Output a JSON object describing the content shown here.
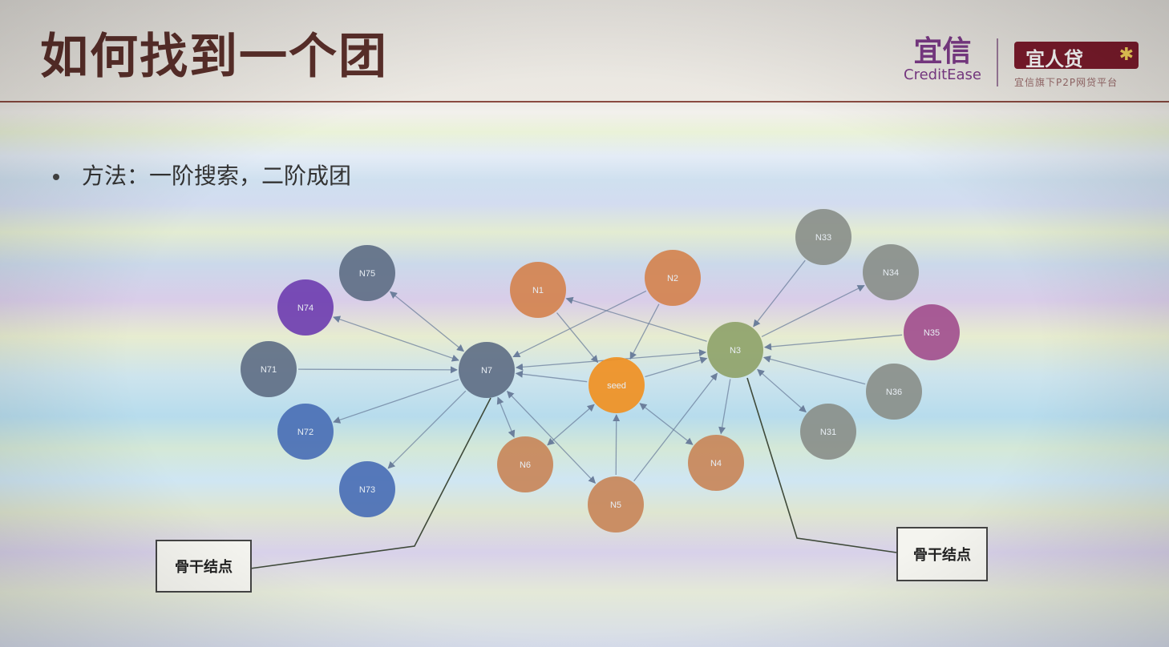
{
  "slide": {
    "title": "如何找到一个团",
    "bullet": "方法：一阶搜索，二阶成团"
  },
  "logos": {
    "credit_cn": "宜信",
    "credit_en": "CreditEase",
    "yirendai": "宜人贷",
    "yirendai_icon": "people-icon",
    "tagline": "宜信旗下P2P网贷平台"
  },
  "labels": {
    "backbone_left": "骨干结点",
    "backbone_right": "骨干结点"
  },
  "colors": {
    "blue": "#4a6fb5",
    "purple": "#6f3fb0",
    "slate": "#5f6f86",
    "orange_soft": "#d4834f",
    "orange": "#f09022",
    "tan": "#c8875a",
    "gray": "#8a8f8a",
    "magenta": "#a24f8e",
    "green_gray": "#8fa36a",
    "edge": "#6c7f9c",
    "title": "#5a2f2a",
    "brand_purple": "#7b3a86",
    "brand_red": "#7c1b2c"
  },
  "graph": {
    "nodes": [
      {
        "id": "N75",
        "label": "N75",
        "color": "slate"
      },
      {
        "id": "N74",
        "label": "N74",
        "color": "purple"
      },
      {
        "id": "N71",
        "label": "N71",
        "color": "slate"
      },
      {
        "id": "N72",
        "label": "N72",
        "color": "blue"
      },
      {
        "id": "N73",
        "label": "N73",
        "color": "blue"
      },
      {
        "id": "N7",
        "label": "N7",
        "color": "slate"
      },
      {
        "id": "N1",
        "label": "N1",
        "color": "orange_soft"
      },
      {
        "id": "N2",
        "label": "N2",
        "color": "orange_soft"
      },
      {
        "id": "seed",
        "label": "seed",
        "color": "orange"
      },
      {
        "id": "N6",
        "label": "N6",
        "color": "tan"
      },
      {
        "id": "N5",
        "label": "N5",
        "color": "tan"
      },
      {
        "id": "N4",
        "label": "N4",
        "color": "tan"
      },
      {
        "id": "N3",
        "label": "N3",
        "color": "green_gray"
      },
      {
        "id": "N33",
        "label": "N33",
        "color": "gray"
      },
      {
        "id": "N34",
        "label": "N34",
        "color": "gray"
      },
      {
        "id": "N35",
        "label": "N35",
        "color": "magenta"
      },
      {
        "id": "N36",
        "label": "N36",
        "color": "gray"
      },
      {
        "id": "N31",
        "label": "N31",
        "color": "gray"
      }
    ],
    "edges": [
      {
        "from": "N7",
        "to": "N75",
        "dir": "both"
      },
      {
        "from": "N7",
        "to": "N74",
        "dir": "both"
      },
      {
        "from": "N71",
        "to": "N7",
        "dir": "to"
      },
      {
        "from": "N7",
        "to": "N72",
        "dir": "to"
      },
      {
        "from": "N7",
        "to": "N73",
        "dir": "to"
      },
      {
        "from": "N2",
        "to": "N7",
        "dir": "to"
      },
      {
        "from": "N3",
        "to": "N7",
        "dir": "both"
      },
      {
        "from": "seed",
        "to": "N7",
        "dir": "to"
      },
      {
        "from": "N7",
        "to": "N6",
        "dir": "both"
      },
      {
        "from": "N7",
        "to": "N5",
        "dir": "both"
      },
      {
        "from": "N3",
        "to": "N1",
        "dir": "to"
      },
      {
        "from": "N1",
        "to": "seed",
        "dir": "to"
      },
      {
        "from": "N2",
        "to": "seed",
        "dir": "to"
      },
      {
        "from": "seed",
        "to": "N3",
        "dir": "to"
      },
      {
        "from": "seed",
        "to": "N6",
        "dir": "both"
      },
      {
        "from": "N5",
        "to": "seed",
        "dir": "to"
      },
      {
        "from": "seed",
        "to": "N4",
        "dir": "both"
      },
      {
        "from": "N5",
        "to": "N3",
        "dir": "to"
      },
      {
        "from": "N3",
        "to": "N4",
        "dir": "to"
      },
      {
        "from": "N33",
        "to": "N3",
        "dir": "to"
      },
      {
        "from": "N3",
        "to": "N34",
        "dir": "to"
      },
      {
        "from": "N35",
        "to": "N3",
        "dir": "to"
      },
      {
        "from": "N36",
        "to": "N3",
        "dir": "to"
      },
      {
        "from": "N3",
        "to": "N31",
        "dir": "both"
      }
    ]
  }
}
